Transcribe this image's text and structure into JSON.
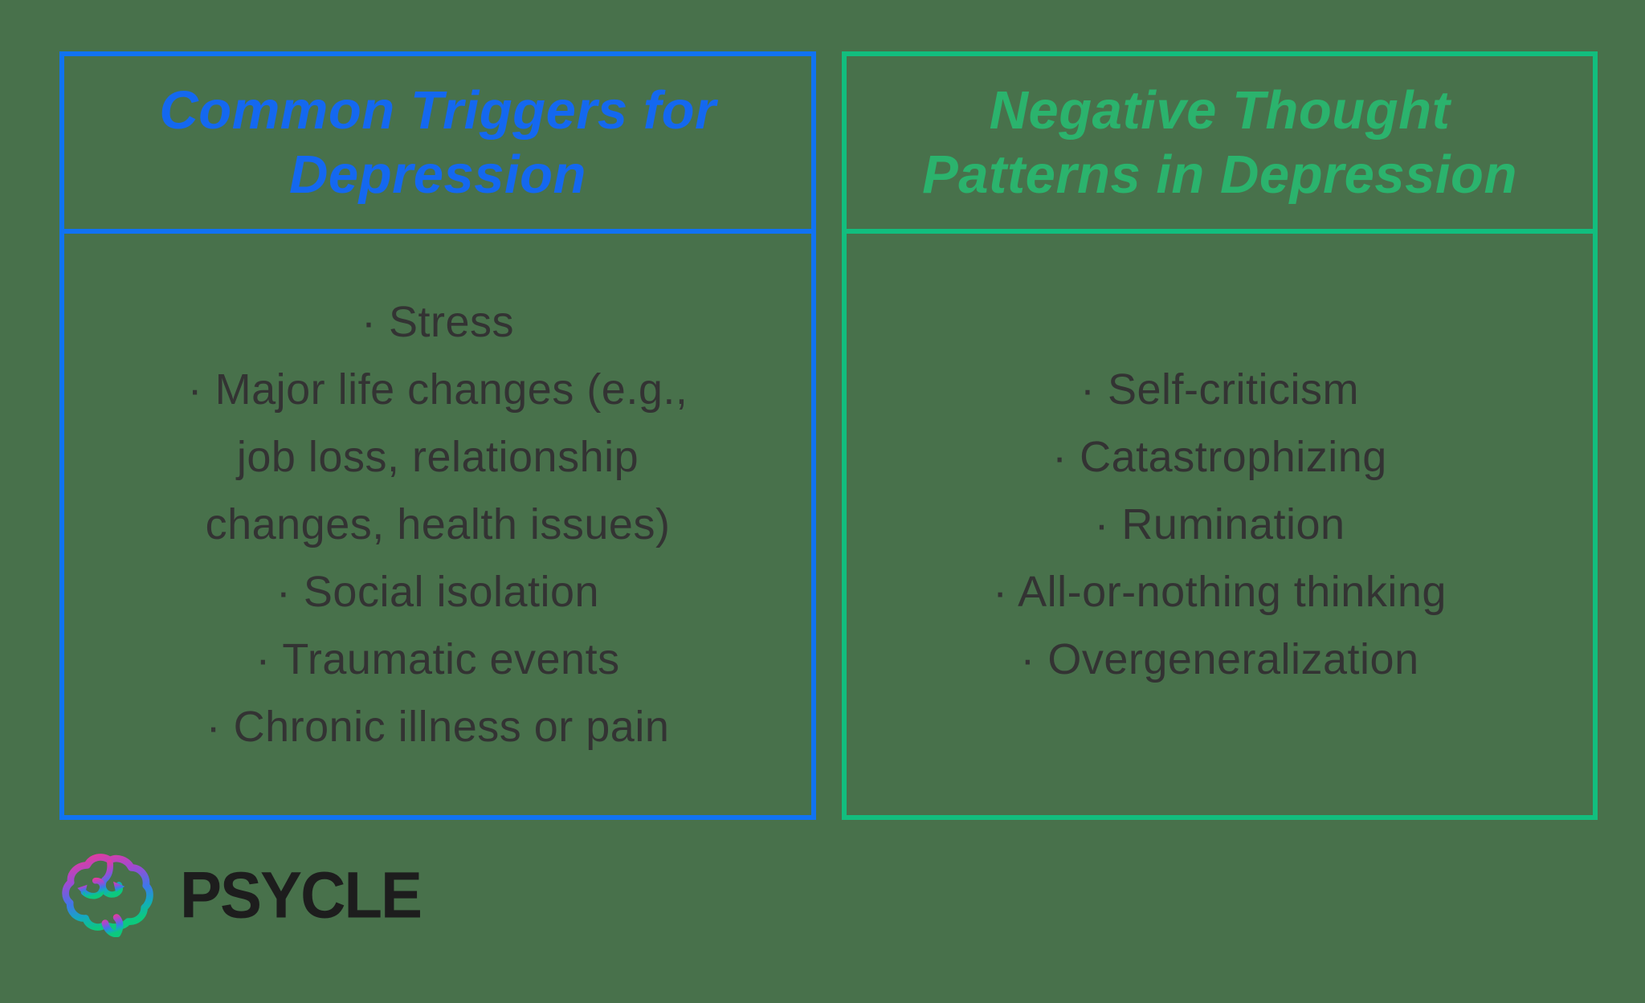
{
  "page": {
    "background_color": "#48714B",
    "body_text_color": "#333333",
    "bullet_char": "·"
  },
  "cards": [
    {
      "name": "common-triggers-for-depression",
      "title": "Common Triggers for Depression",
      "title_lines": [
        "Common Triggers for",
        "Depression"
      ],
      "title_color": "#1468F0",
      "border_color": "#1173F2",
      "items": [
        "Stress",
        "Major life changes (e.g., job loss, relationship changes, health issues)",
        "Social isolation",
        "Traumatic events",
        "Chronic illness or pain"
      ],
      "display_lines": [
        {
          "bullet": true,
          "text": "Stress"
        },
        {
          "bullet": true,
          "text": "Major life changes (e.g.,"
        },
        {
          "bullet": false,
          "text": "job loss, relationship"
        },
        {
          "bullet": false,
          "text": "changes, health issues)"
        },
        {
          "bullet": true,
          "text": "Social isolation"
        },
        {
          "bullet": true,
          "text": "Traumatic events"
        },
        {
          "bullet": true,
          "text": "Chronic illness or pain"
        }
      ]
    },
    {
      "name": "negative-thought-patterns-in-depression",
      "title": "Negative Thought Patterns in Depression",
      "title_lines": [
        "Negative Thought",
        "Patterns in Depression"
      ],
      "title_color": "#2BB36D",
      "border_color": "#12BE7E",
      "items": [
        "Self-criticism",
        "Catastrophizing",
        "Rumination",
        "All-or-nothing thinking",
        "Overgeneralization"
      ],
      "display_lines": [
        {
          "bullet": true,
          "text": "Self-criticism"
        },
        {
          "bullet": true,
          "text": "Catastrophizing"
        },
        {
          "bullet": true,
          "text": "Rumination"
        },
        {
          "bullet": true,
          "text": "All-or-nothing thinking"
        },
        {
          "bullet": true,
          "text": "Overgeneralization"
        }
      ]
    }
  ],
  "logo": {
    "text": "PSYCLE",
    "icon": "brain-cycle-icon",
    "text_color": "#1D1D1D",
    "gradient": [
      "#E23C9E",
      "#9C4BD4",
      "#3F77E8",
      "#14A9C0",
      "#0DC97E"
    ]
  }
}
